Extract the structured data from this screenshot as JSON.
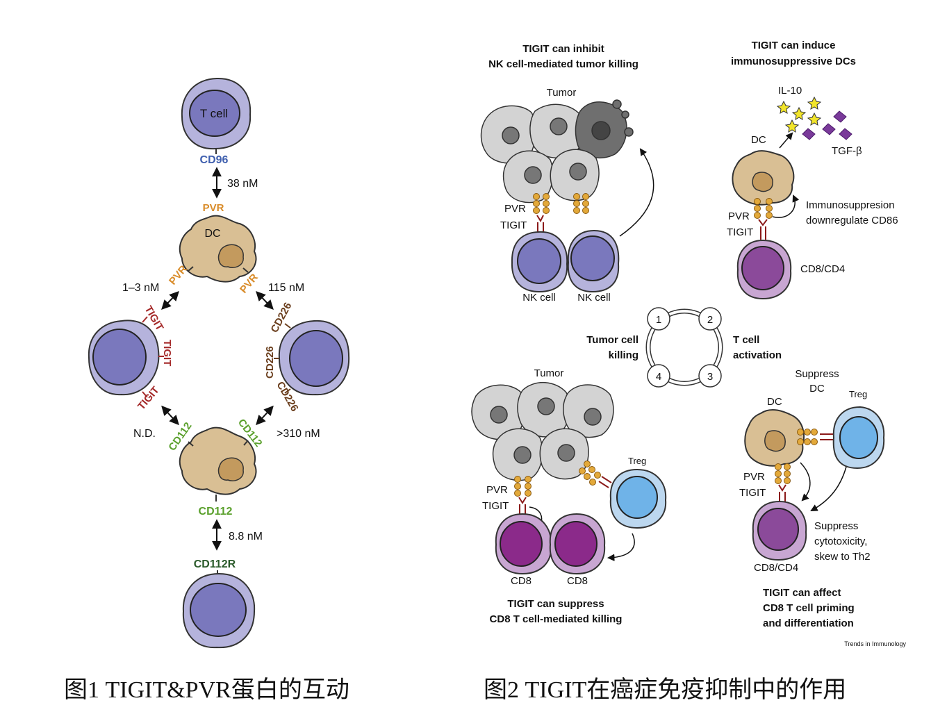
{
  "figure1": {
    "cell_label": "T cell",
    "cd96": "CD96",
    "kd_cd96": "38 nM",
    "pvr": "PVR",
    "dc": "DC",
    "kd_tigit": "1–3 nM",
    "kd_cd226": "115 nM",
    "tigit": "TIGIT",
    "cd226": "CD226",
    "kd_nd": "N.D.",
    "kd_cd112_cd226": ">310 nM",
    "cd112": "CD112",
    "kd_cd112r": "8.8 nM",
    "cd112r": "CD112R",
    "caption": "图1 TIGIT&PVR蛋白的互动",
    "colors": {
      "cd96": "#3f5fae",
      "pvr": "#d98c2a",
      "tigit": "#a52a2a",
      "cd226": "#6b3f1e",
      "cd112": "#5aa02c",
      "cd112r": "#2a5a2a"
    }
  },
  "figure2": {
    "nk_title": [
      "TIGIT can inhibit",
      "NK cell-mediated tumor killing"
    ],
    "dc_title": [
      "TIGIT can induce",
      "immunosuppressive DCs"
    ],
    "tumor": "Tumor",
    "pvr": "PVR",
    "tigit": "TIGIT",
    "nk_cell": "NK cell",
    "dc": "DC",
    "il10": "IL-10",
    "tgfb": "TGF-β",
    "immuno": [
      "Immunosuppresion",
      "downregulate CD86"
    ],
    "cd8cd4": "CD8/CD4",
    "cycle_nums": [
      "1",
      "2",
      "3",
      "4"
    ],
    "tumor_killing": [
      "Tumor cell",
      "killing"
    ],
    "t_activation": [
      "T cell",
      "activation"
    ],
    "suppress_dc": [
      "Suppress",
      "DC"
    ],
    "treg": "Treg",
    "cd8": "CD8",
    "cd8_title": [
      "TIGIT can suppress",
      "CD8 T cell-mediated killing"
    ],
    "suppress_cyto": [
      "Suppress",
      "cytotoxicity,",
      "skew to Th2"
    ],
    "priming_title": [
      "TIGIT can affect",
      "CD8 T cell priming",
      "and differentiation"
    ],
    "source": "Trends in Immunology",
    "caption": "图2  TIGIT在癌症免疫抑制中的作用"
  }
}
